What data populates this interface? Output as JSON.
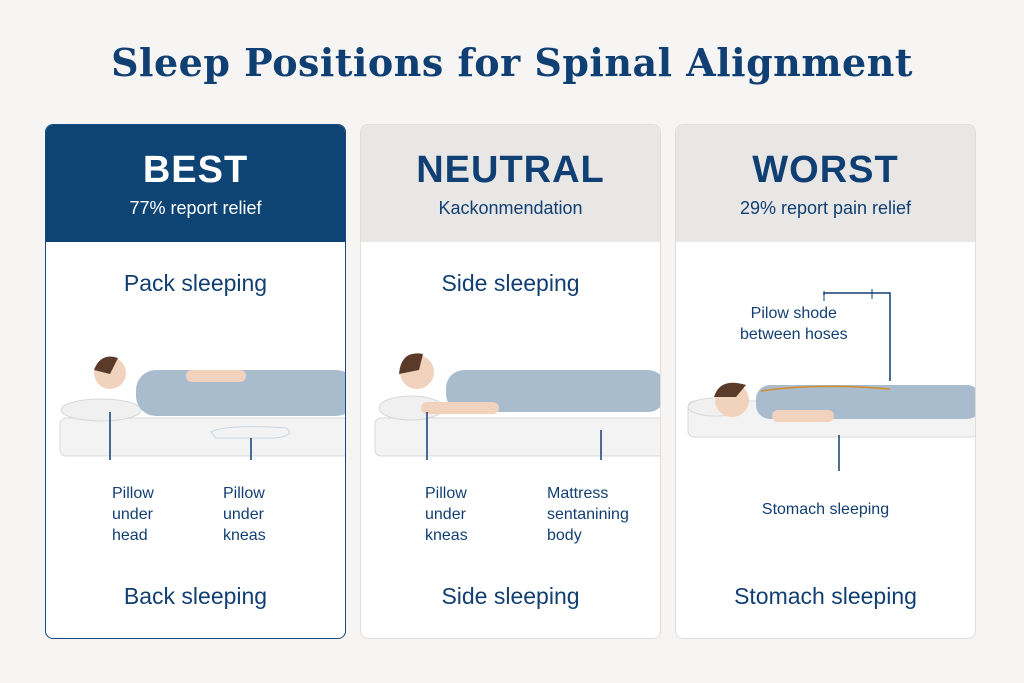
{
  "title": "Sleep Positions for Spinal Alignment",
  "cards": [
    {
      "rank": "BEST",
      "subtitle": "77% report relief",
      "top_label": "Pack sleeping",
      "labels": [
        "Pillow\nunder\nhead",
        "Pillow\nunder\nkneas"
      ],
      "bottom_label": "Back sleeping"
    },
    {
      "rank": "NEUTRAL",
      "subtitle": "Kackonmendation",
      "top_label": "Side sleeping",
      "labels": [
        "Pillow\nunder\nkneas",
        "Mattress\nsentanining\nbody"
      ],
      "bottom_label": "Side  sleeping"
    },
    {
      "rank": "WORST",
      "subtitle": "29% report pain relief",
      "top_label": "",
      "labels": [
        "Pilow shode\nbetween hoses",
        "Stomach sleeping"
      ],
      "bottom_label": "Stomach sleeping"
    }
  ],
  "colors": {
    "navy": "#0d4474",
    "body": "#a9bccd",
    "skin": "#f1d2bd",
    "spine": "#d48a2a"
  }
}
